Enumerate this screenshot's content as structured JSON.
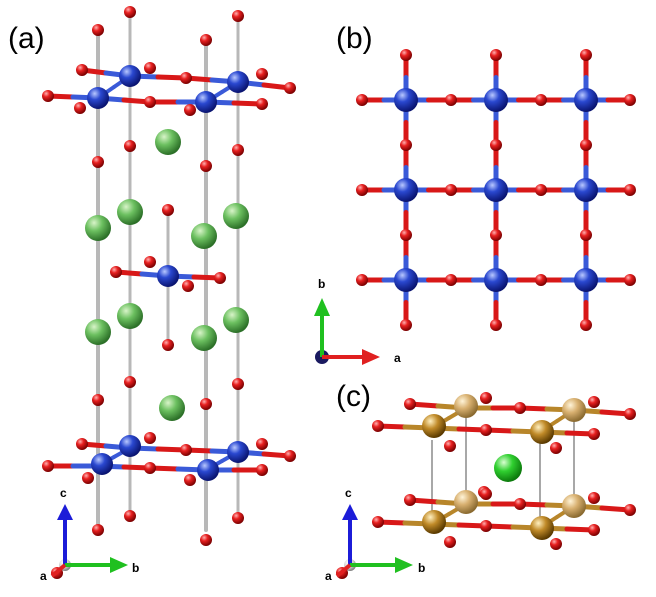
{
  "panels": [
    {
      "label": "(a)",
      "axes": [
        "c",
        "a",
        "b"
      ]
    },
    {
      "label": "(b)",
      "axes": [
        "b",
        "a"
      ]
    },
    {
      "label": "(c)",
      "axes": [
        "c",
        "a",
        "b"
      ]
    }
  ],
  "colors": {
    "oxygen": "#e01818",
    "metal_blue": "#2540c8",
    "cation_green": "#5cb854",
    "metal_gold": "#b08020",
    "bond_grey": "#a8a8a8",
    "axis_a": "#e02020",
    "axis_b": "#20c020",
    "axis_c": "#2020d8"
  },
  "atom_types": [
    "oxygen-atom",
    "metal-atom",
    "cation-atom"
  ]
}
